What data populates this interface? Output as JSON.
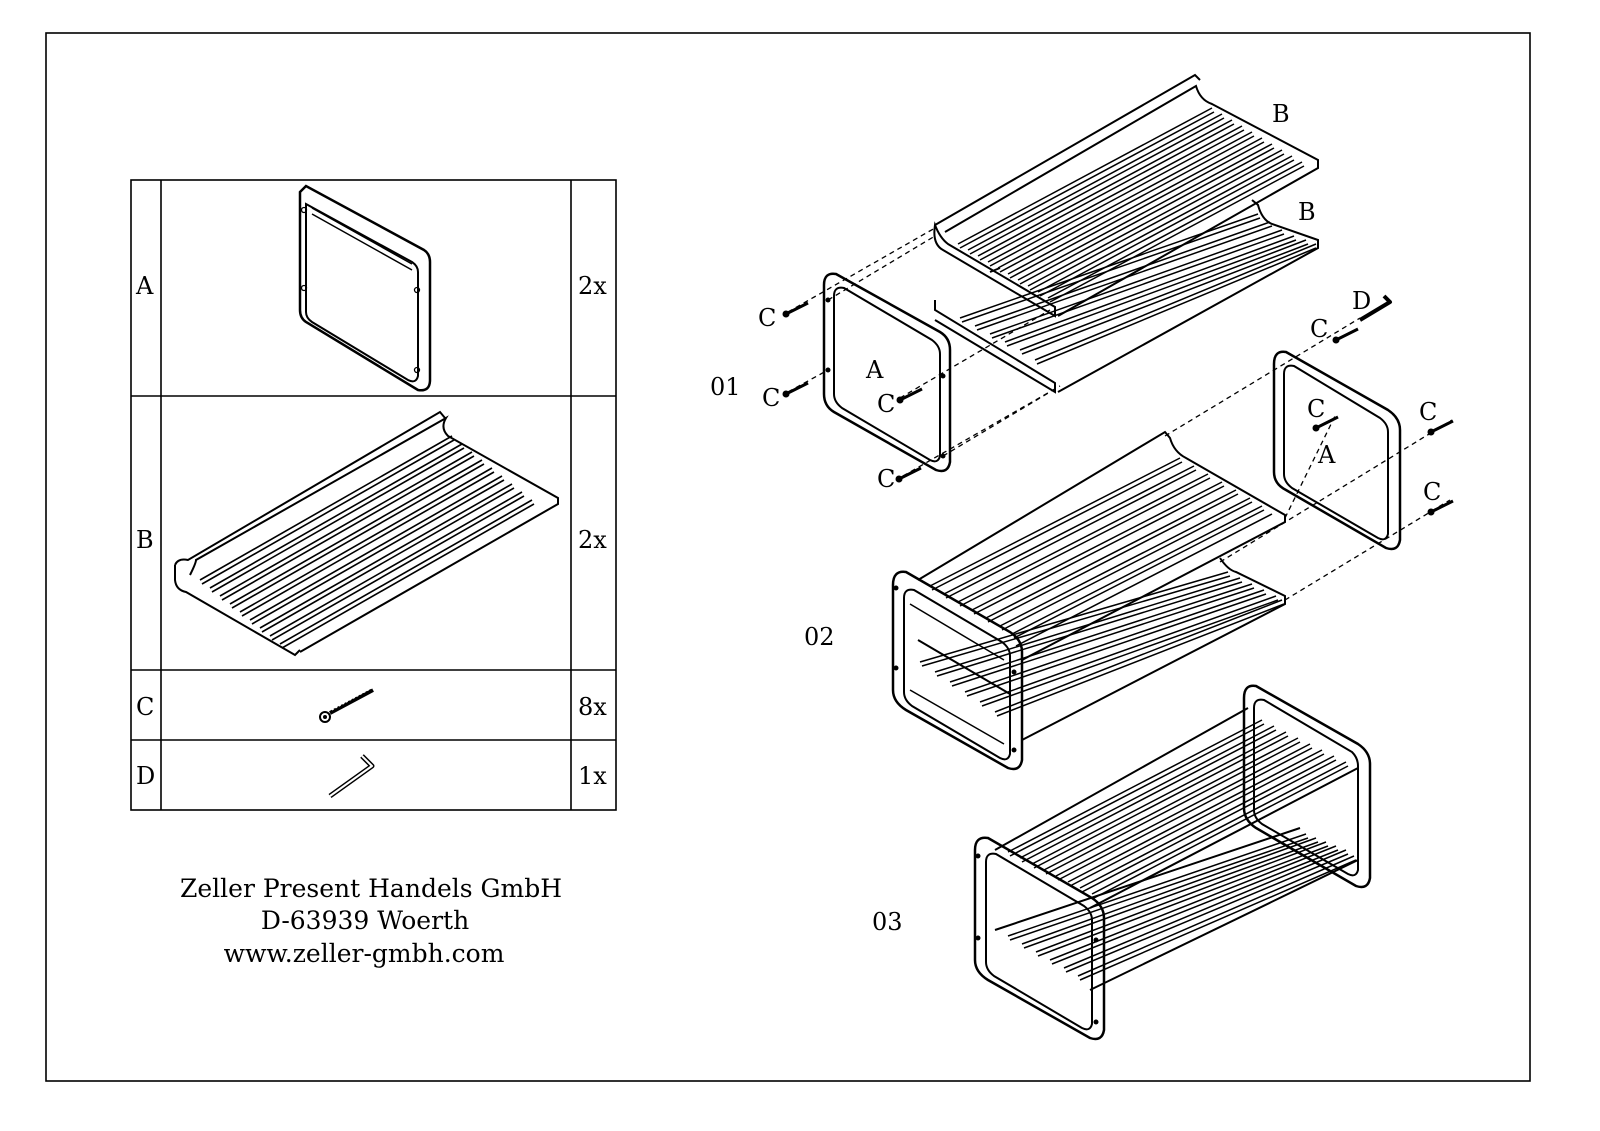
{
  "parts_table": {
    "rows": [
      {
        "id": "A",
        "qty": "2x",
        "part": "side-frame"
      },
      {
        "id": "B",
        "qty": "2x",
        "part": "shelf-rack"
      },
      {
        "id": "C",
        "qty": "8x",
        "part": "screw"
      },
      {
        "id": "D",
        "qty": "1x",
        "part": "allen-key"
      }
    ]
  },
  "company": {
    "name": "Zeller Present Handels GmbH",
    "city": "D-63939 Woerth",
    "url": "www.zeller-gmbh.com"
  },
  "steps": {
    "s1": {
      "number": "01",
      "labels": {
        "b_top": "B",
        "b_mid": "B",
        "a": "A",
        "c1": "C",
        "c2": "C",
        "c3": "C",
        "c4": "C"
      }
    },
    "s2": {
      "number": "02",
      "labels": {
        "d": "D",
        "c1": "C",
        "c2": "C",
        "c3": "C",
        "c4": "C",
        "a": "A"
      }
    },
    "s3": {
      "number": "03"
    }
  }
}
